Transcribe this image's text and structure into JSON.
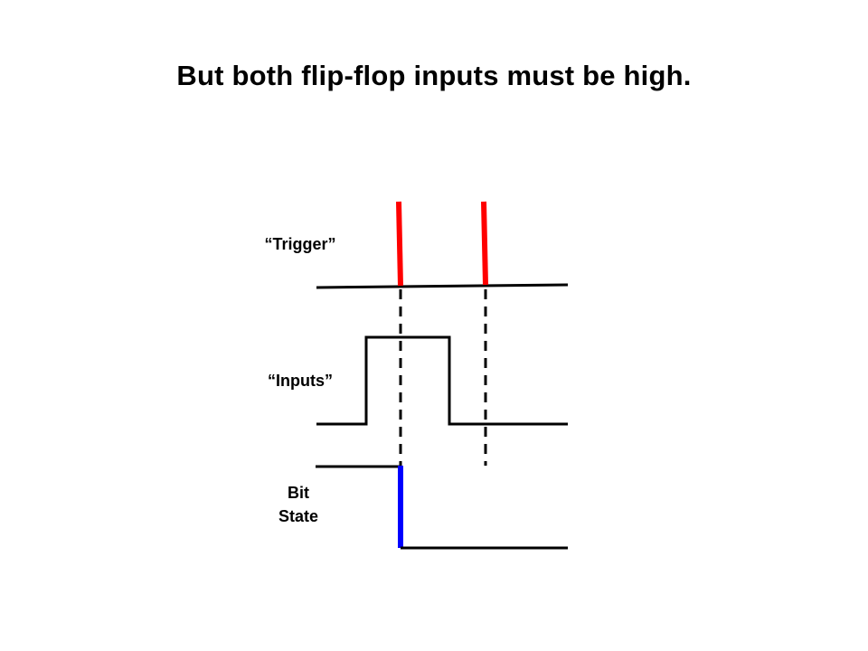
{
  "title": "But both flip-flop inputs must be high.",
  "labels": {
    "trigger": "“Trigger”",
    "inputs": "“Inputs”",
    "bit_line1": "Bit",
    "bit_line2": "State"
  },
  "colors": {
    "trigger_pulse": "#ff0000",
    "bit_transition": "#0000ff",
    "waveform": "#000000"
  }
}
